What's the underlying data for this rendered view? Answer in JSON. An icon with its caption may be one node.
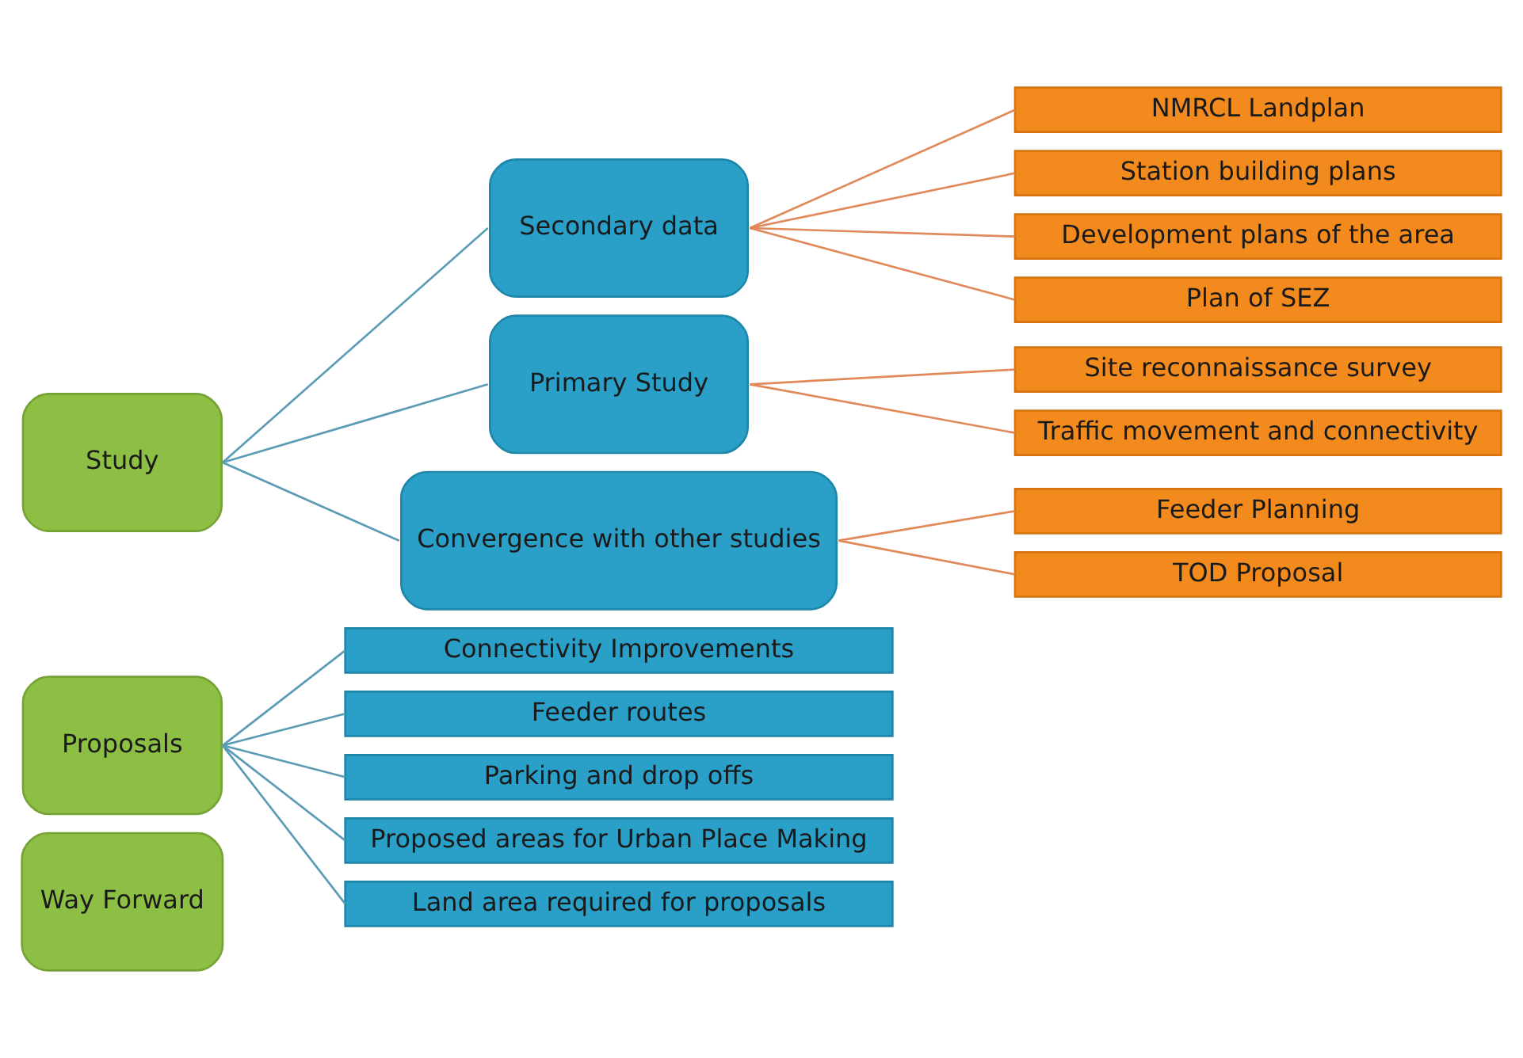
{
  "diagram": {
    "nodes": [
      {
        "text": [
          "Study"
        ]
      },
      {
        "text": [
          "Secondary data"
        ]
      },
      {
        "text": [
          "Primary Study"
        ]
      },
      {
        "text": [
          "Convergence with other studies"
        ]
      },
      {
        "text": [
          "NMRCL Landplan"
        ]
      },
      {
        "text": [
          "Station building plans"
        ]
      },
      {
        "text": [
          "Development plans of the area"
        ]
      },
      {
        "text": [
          "Plan of SEZ"
        ]
      },
      {
        "text": [
          "Site reconnaissance survey"
        ]
      },
      {
        "text": [
          "Traffic movement and connectivity"
        ]
      },
      {
        "text": [
          "Feeder Planning"
        ]
      },
      {
        "text": [
          "TOD Proposal"
        ]
      },
      {
        "text": [
          "Proposals"
        ]
      },
      {
        "text": [
          "Connectivity Improvements"
        ]
      },
      {
        "text": [
          "Feeder routes"
        ]
      },
      {
        "text": [
          "Parking and drop offs"
        ]
      },
      {
        "text": [
          "Proposed areas for Urban Place Making"
        ]
      },
      {
        "text": [
          "Land area required for proposals"
        ]
      },
      {
        "text": [
          "Way Forward"
        ]
      }
    ],
    "edges": [
      {
        "from": 0,
        "to": 1,
        "arrow": "none",
        "color": "#5b9bb5"
      },
      {
        "from": 0,
        "to": 2,
        "arrow": "none",
        "color": "#5b9bb5"
      },
      {
        "from": 0,
        "to": 3,
        "arrow": "none",
        "color": "#5b9bb5"
      },
      {
        "from": 1,
        "to": 4,
        "arrow": "none",
        "color": "#e0895a"
      },
      {
        "from": 1,
        "to": 5,
        "arrow": "none",
        "color": "#e0895a"
      },
      {
        "from": 1,
        "to": 6,
        "arrow": "none",
        "color": "#e0895a"
      },
      {
        "from": 1,
        "to": 7,
        "arrow": "none",
        "color": "#e0895a"
      },
      {
        "from": 2,
        "to": 8,
        "arrow": "none",
        "color": "#e0895a"
      },
      {
        "from": 2,
        "to": 9,
        "arrow": "none",
        "color": "#e0895a"
      },
      {
        "from": 3,
        "to": 10,
        "arrow": "none",
        "color": "#e0895a"
      },
      {
        "from": 3,
        "to": 11,
        "arrow": "none",
        "color": "#e0895a"
      },
      {
        "from": 12,
        "to": 13,
        "arrow": "none",
        "color": "#5b9bb5"
      },
      {
        "from": 12,
        "to": 14,
        "arrow": "none",
        "color": "#5b9bb5"
      },
      {
        "from": 12,
        "to": 15,
        "arrow": "none",
        "color": "#5b9bb5"
      },
      {
        "from": 12,
        "to": 16,
        "arrow": "none",
        "color": "#5b9bb5"
      },
      {
        "from": 12,
        "to": 17,
        "arrow": "none",
        "color": "#5b9bb5"
      }
    ]
  }
}
